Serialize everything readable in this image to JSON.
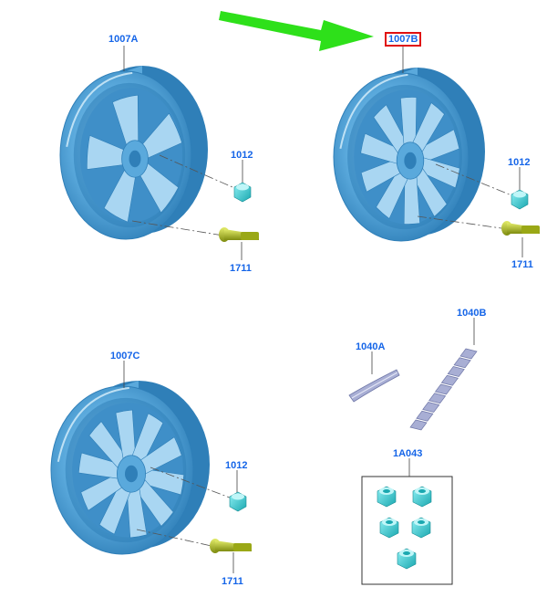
{
  "colors": {
    "wheel": "#5aa9dc",
    "wheel_dark": "#2f7fb8",
    "wheel_light": "#a9d6f2",
    "nut": "#36d0d8",
    "bolt": "#b5c21a",
    "weight": "#a8aed4",
    "label": "#1565e8",
    "highlight": "#e01010",
    "arrow": "#2ee01a"
  },
  "labels": {
    "w1007a": "1007A",
    "w1007b": "1007B",
    "w1007c": "1007C",
    "nut1": "1012",
    "nut2": "1012",
    "nut3": "1012",
    "bolt1": "1711",
    "bolt2": "1711",
    "bolt3": "1711",
    "weight_a": "1040A",
    "weight_b": "1040B",
    "lockset": "1A043"
  },
  "highlighted_part": "1007B"
}
